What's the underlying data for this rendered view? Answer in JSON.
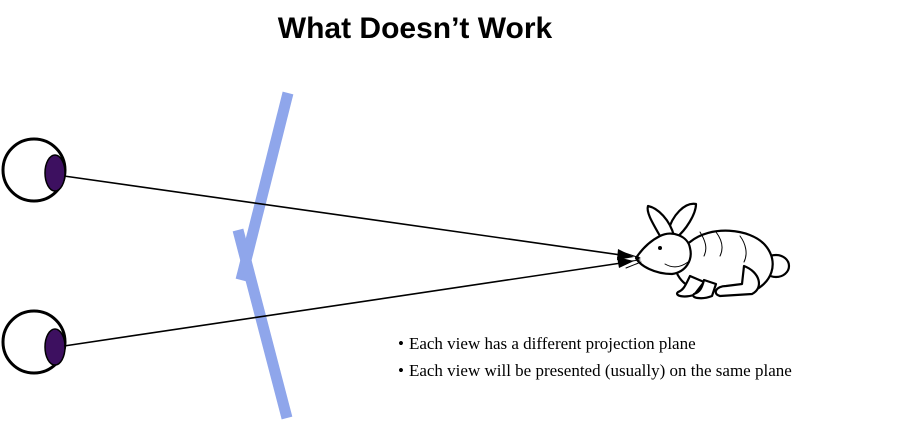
{
  "title": "What Doesn’t Work",
  "bullets": [
    "Each view has a different projection plane",
    "Each view will be presented (usually) on the same plane"
  ],
  "colors": {
    "plane": "#8fa6eb",
    "pupil": "#3d1060",
    "line": "#000000"
  },
  "icons": {
    "eyes": "eye-icon",
    "subject": "rabbit-icon"
  }
}
